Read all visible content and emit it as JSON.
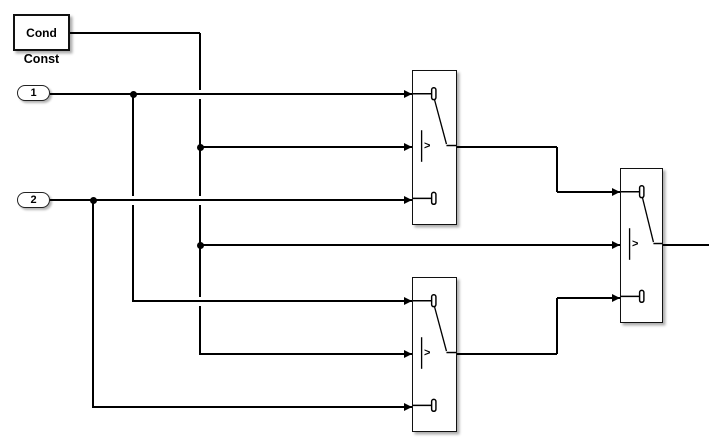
{
  "canvas": {
    "background": "#ffffff",
    "line_color": "#000000",
    "block_fill": "#ffffff",
    "shadow_color": "rgba(0,0,0,0.32)"
  },
  "blocks": {
    "constant": {
      "value": "Cond",
      "name": "Const"
    },
    "inport1": {
      "label": "1"
    },
    "inport2": {
      "label": "2"
    },
    "switch1": {
      "criteria": ">"
    },
    "switch2": {
      "criteria": ">"
    },
    "switch3": {
      "criteria": ">"
    }
  }
}
